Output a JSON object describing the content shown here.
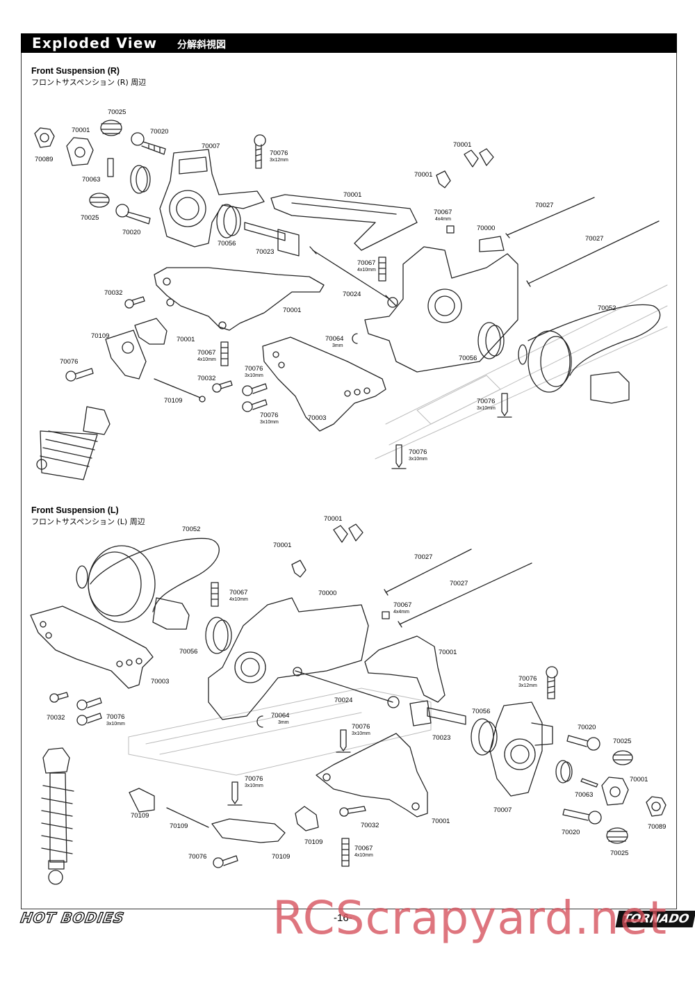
{
  "header": {
    "title": "Exploded View",
    "subtitle_jp": "分解斜視図"
  },
  "sections": [
    {
      "title": "Front Suspension (R)",
      "subtitle_jp": "フロントサスペンション (R) 周辺"
    },
    {
      "title": "Front Suspension (L)",
      "subtitle_jp": "フロントサスペンション (L) 周辺"
    }
  ],
  "labels_r": [
    {
      "pn": "70025"
    },
    {
      "pn": "70001"
    },
    {
      "pn": "70089"
    },
    {
      "pn": "70020"
    },
    {
      "pn": "70007"
    },
    {
      "pn": "70076",
      "size": "3x12mm"
    },
    {
      "pn": "70063"
    },
    {
      "pn": "70025"
    },
    {
      "pn": "70020"
    },
    {
      "pn": "70056"
    },
    {
      "pn": "70023"
    },
    {
      "pn": "70001"
    },
    {
      "pn": "70001"
    },
    {
      "pn": "70001"
    },
    {
      "pn": "70027"
    },
    {
      "pn": "70067",
      "size": "4x4mm"
    },
    {
      "pn": "70000"
    },
    {
      "pn": "70027"
    },
    {
      "pn": "70067",
      "size": "4x10mm"
    },
    {
      "pn": "70024"
    },
    {
      "pn": "70032"
    },
    {
      "pn": "70001"
    },
    {
      "pn": "70052"
    },
    {
      "pn": "70109"
    },
    {
      "pn": "70001"
    },
    {
      "pn": "70067",
      "size": "4x10mm"
    },
    {
      "pn": "70064",
      "size": "3mm"
    },
    {
      "pn": "70056"
    },
    {
      "pn": "70076"
    },
    {
      "pn": "70076",
      "size": "3x10mm"
    },
    {
      "pn": "70032"
    },
    {
      "pn": "70109"
    },
    {
      "pn": "70076",
      "size": "3x10mm"
    },
    {
      "pn": "70003"
    },
    {
      "pn": "70076",
      "size": "3x10mm"
    },
    {
      "pn": "70076",
      "size": "3x10mm"
    }
  ],
  "labels_l": [
    {
      "pn": "70001"
    },
    {
      "pn": "70052"
    },
    {
      "pn": "70001"
    },
    {
      "pn": "70027"
    },
    {
      "pn": "70027"
    },
    {
      "pn": "70067",
      "size": "4x10mm"
    },
    {
      "pn": "70000"
    },
    {
      "pn": "70067",
      "size": "4x4mm"
    },
    {
      "pn": "70056"
    },
    {
      "pn": "70001"
    },
    {
      "pn": "70003"
    },
    {
      "pn": "70076",
      "size": "3x12mm"
    },
    {
      "pn": "70024"
    },
    {
      "pn": "70032"
    },
    {
      "pn": "70076",
      "size": "3x10mm"
    },
    {
      "pn": "70064",
      "size": "3mm"
    },
    {
      "pn": "70056"
    },
    {
      "pn": "70020"
    },
    {
      "pn": "70076",
      "size": "3x10mm"
    },
    {
      "pn": "70023"
    },
    {
      "pn": "70025"
    },
    {
      "pn": "70076",
      "size": "3x10mm"
    },
    {
      "pn": "70001"
    },
    {
      "pn": "70063"
    },
    {
      "pn": "70109"
    },
    {
      "pn": "70007"
    },
    {
      "pn": "70089"
    },
    {
      "pn": "70109"
    },
    {
      "pn": "70032"
    },
    {
      "pn": "70001"
    },
    {
      "pn": "70020"
    },
    {
      "pn": "70109"
    },
    {
      "pn": "70067",
      "size": "4x10mm"
    },
    {
      "pn": "70025"
    },
    {
      "pn": "70076"
    },
    {
      "pn": "70109"
    }
  ],
  "footer": {
    "brand_left": "HOT BODIES",
    "page": "-16-",
    "brand_right": "TORNADO"
  },
  "watermark": "RCScrapyard.net"
}
